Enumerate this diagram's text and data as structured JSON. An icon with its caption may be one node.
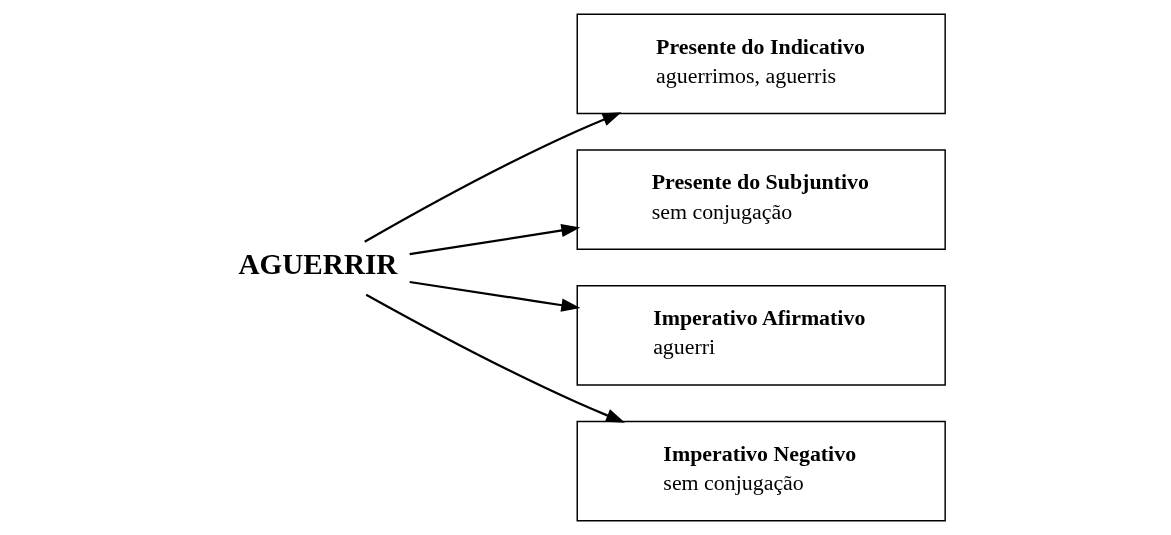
{
  "diagram": {
    "nodes": [
      {
        "text": [
          "AGUERRIR"
        ]
      },
      {
        "text": [
          "Presente do Indicativo",
          "aguerrimos, aguerris"
        ]
      },
      {
        "text": [
          "Presente do Subjuntivo",
          "sem conjugação"
        ]
      },
      {
        "text": [
          "Imperativo Afirmativo",
          "aguerri"
        ]
      },
      {
        "text": [
          "Imperativo Negativo",
          "sem conjugação"
        ]
      }
    ],
    "edges": [
      {
        "from": 0,
        "to": 1,
        "arrow": "to"
      },
      {
        "from": 0,
        "to": 2,
        "arrow": "to"
      },
      {
        "from": 0,
        "to": 3,
        "arrow": "to"
      },
      {
        "from": 0,
        "to": 4,
        "arrow": "to"
      }
    ]
  }
}
